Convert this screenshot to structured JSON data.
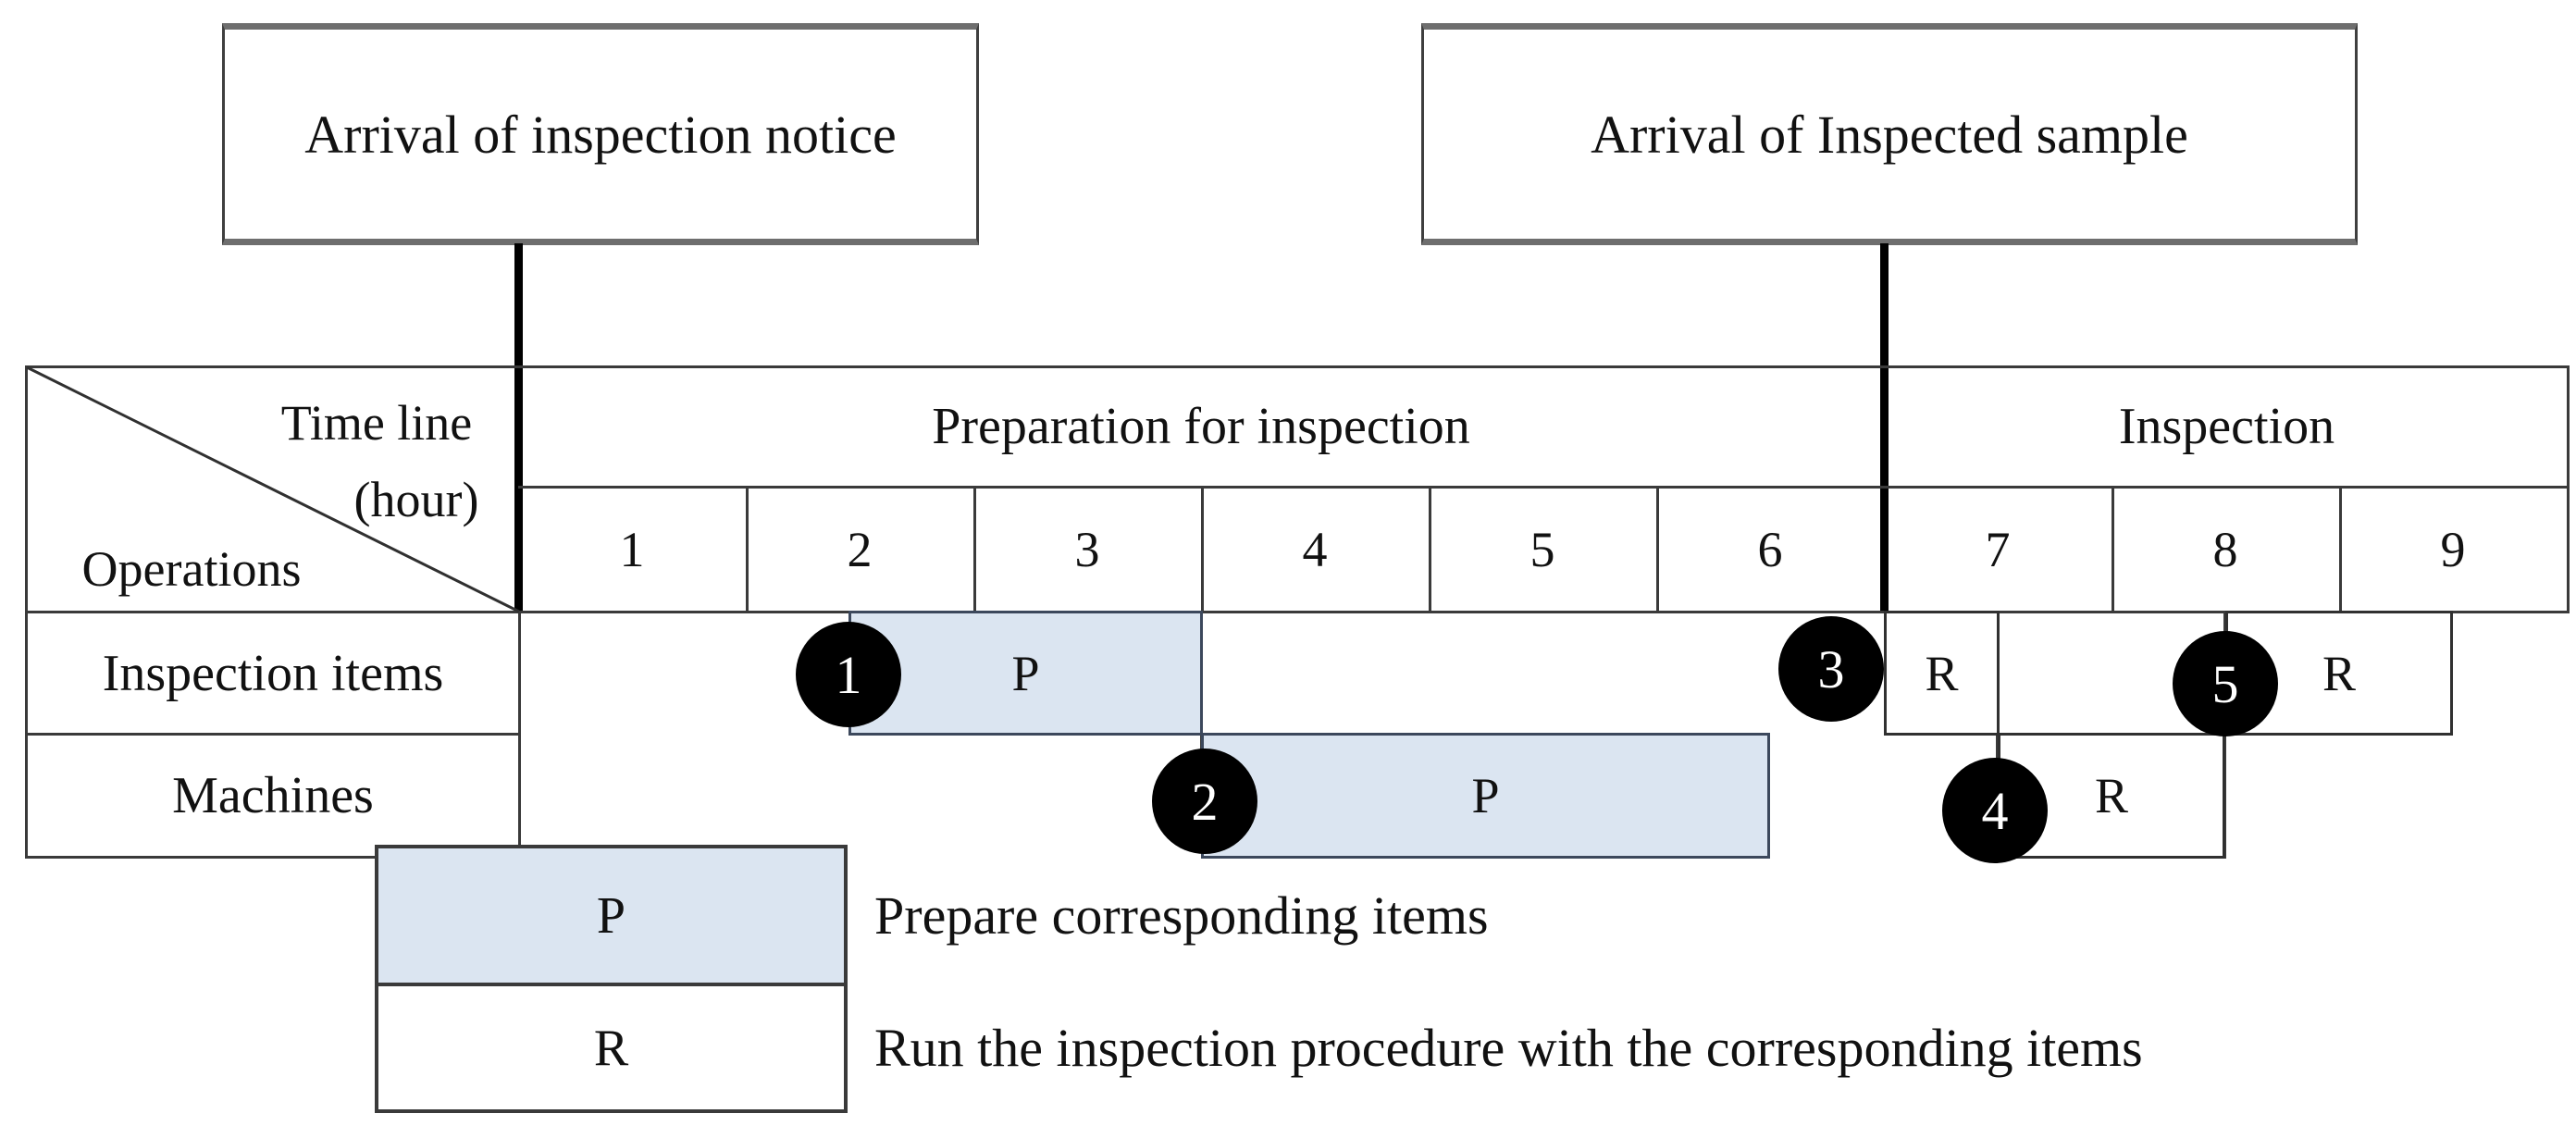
{
  "boxes": {
    "notice": "Arrival of inspection notice",
    "sample": "Arrival of Inspected sample"
  },
  "corner": {
    "timeline": "Time line",
    "hour_unit": "(hour)",
    "operations": "Operations"
  },
  "header": {
    "phase_prep": "Preparation for inspection",
    "phase_insp": "Inspection"
  },
  "timeline": {
    "hours": [
      "1",
      "2",
      "3",
      "4",
      "5",
      "6",
      "7",
      "8",
      "9"
    ],
    "prep_phase_hours": "1-6",
    "inspection_phase_hours": "7-9"
  },
  "rows": [
    {
      "label": "Inspection items"
    },
    {
      "label": "Machines"
    }
  ],
  "operations": [
    {
      "circle": "1",
      "label": "P",
      "row": "Inspection items",
      "start_hour": 1.45,
      "end_hour": 3.0
    },
    {
      "circle": "2",
      "label": "P",
      "row": "Machines",
      "start_hour": 3.0,
      "end_hour": 5.5
    },
    {
      "circle": "3",
      "label": "R",
      "row": "Inspection items",
      "start_hour": 6.0,
      "end_hour": 6.5
    },
    {
      "circle": "4",
      "label": "R",
      "row": "Machines",
      "start_hour": 6.5,
      "end_hour": 7.5
    },
    {
      "circle": "5",
      "label": "R",
      "row": "Inspection items",
      "start_hour": 7.5,
      "end_hour": 8.5
    }
  ],
  "legend": [
    {
      "symbol": "P",
      "text": "Prepare corresponding items"
    },
    {
      "symbol": "R",
      "text": "Run the inspection procedure with the corresponding items"
    }
  ],
  "colors": {
    "bar_fill": "#dbe5f1",
    "circle_fill": "#000000",
    "circle_text": "#ffffff",
    "line": "#3a3a3a"
  }
}
